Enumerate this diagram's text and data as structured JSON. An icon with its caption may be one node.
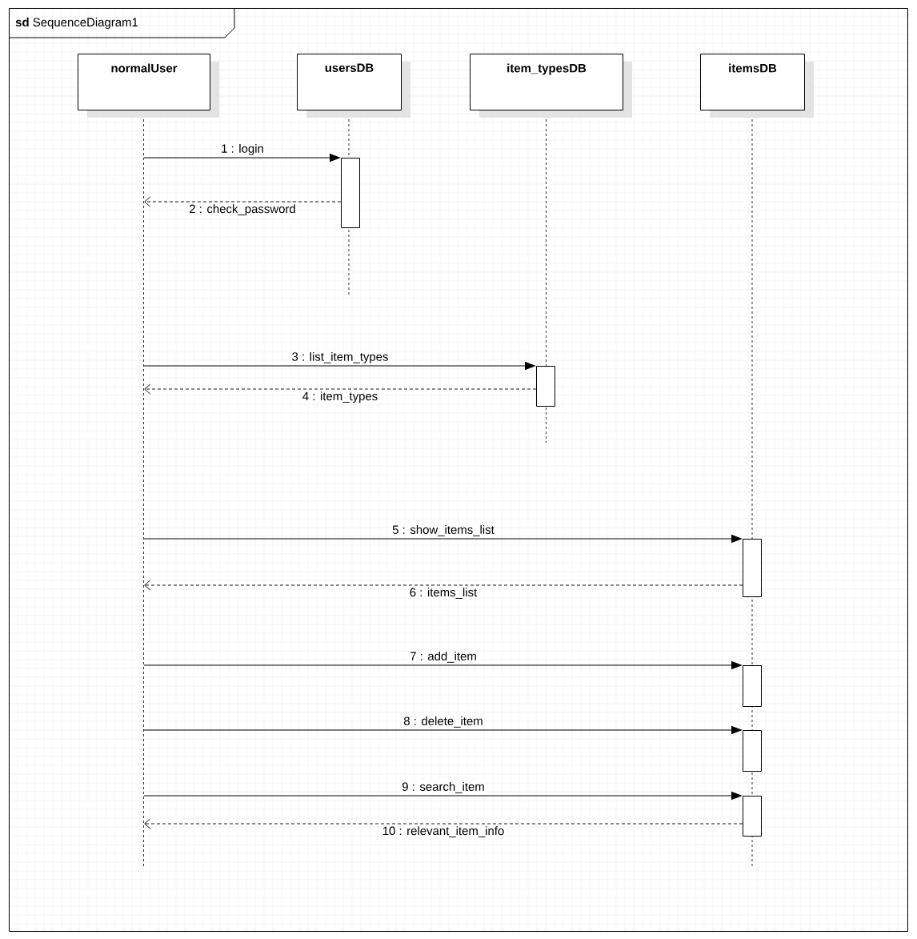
{
  "diagram": {
    "nodes": [
      {
        "text": [
          "**sd** SequenceDiagram1"
        ]
      },
      {
        "text": [
          "normalUser"
        ],
        "in": 0
      },
      {
        "text": [
          "usersDB"
        ],
        "in": 0
      },
      {
        "text": [
          "item_typesDB"
        ],
        "in": 0
      },
      {
        "text": [
          "itemsDB"
        ],
        "in": 0
      },
      {
        "text": [],
        "shape": "bar",
        "in": 2
      },
      {
        "text": [],
        "shape": "bar",
        "in": 3
      },
      {
        "text": [],
        "shape": "bar",
        "in": 4
      },
      {
        "text": [],
        "shape": "bar",
        "in": 4
      },
      {
        "text": [],
        "shape": "bar",
        "in": 4
      },
      {
        "text": [],
        "shape": "bar",
        "in": 4
      }
    ],
    "edges": [
      {
        "from": 1,
        "to": 5,
        "arrow": "to",
        "label": "1 : login"
      },
      {
        "from": 5,
        "to": 1,
        "arrow": "to",
        "label": "2 : check_password",
        "style": "dashed"
      },
      {
        "from": 1,
        "to": 6,
        "arrow": "to",
        "label": "3 : list_item_types"
      },
      {
        "from": 6,
        "to": 1,
        "arrow": "to",
        "label": "4 : item_types",
        "style": "dashed"
      },
      {
        "from": 1,
        "to": 7,
        "arrow": "to",
        "label": "5 : show_items_list"
      },
      {
        "from": 7,
        "to": 1,
        "arrow": "to",
        "label": "6 : items_list",
        "style": "dashed"
      },
      {
        "from": 1,
        "to": 8,
        "arrow": "to",
        "label": "7 : add_item"
      },
      {
        "from": 1,
        "to": 9,
        "arrow": "to",
        "label": "8 : delete_item"
      },
      {
        "from": 1,
        "to": 10,
        "arrow": "to",
        "label": "9 : search_item"
      },
      {
        "from": 10,
        "to": 1,
        "arrow": "to",
        "label": "10 : relevant_item_info",
        "style": "dashed"
      }
    ]
  }
}
